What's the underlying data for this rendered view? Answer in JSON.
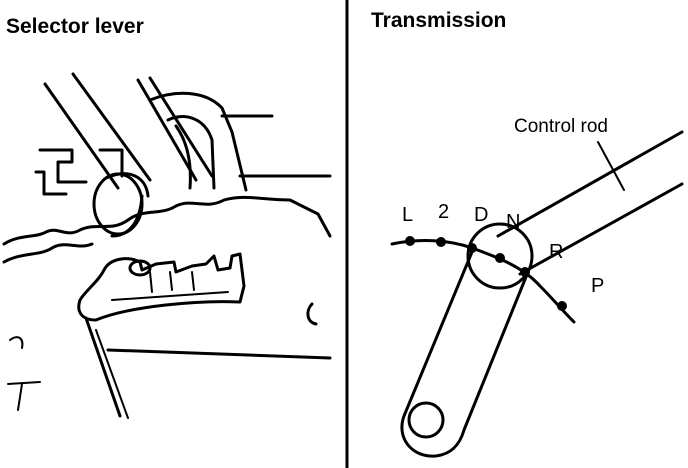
{
  "panels": {
    "left_title": "Selector lever",
    "right_title": "Transmission"
  },
  "callouts": {
    "control_rod": "Control rod"
  },
  "positions": [
    "L",
    "2",
    "D",
    "N",
    "R",
    "P"
  ],
  "colors": {
    "ink": "#000000",
    "paper": "#ffffff"
  }
}
